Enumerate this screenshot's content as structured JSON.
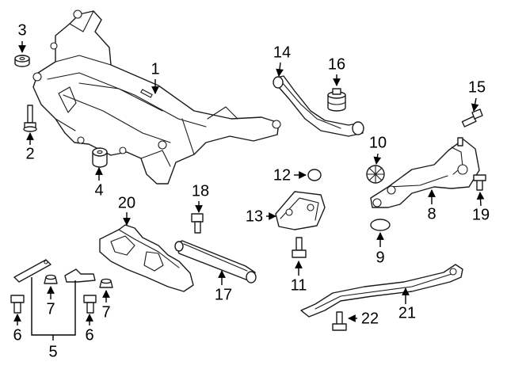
{
  "diagram": {
    "labels": {
      "p1": "1",
      "p2": "2",
      "p3": "3",
      "p4": "4",
      "p5": "5",
      "p6a": "6",
      "p6b": "6",
      "p7a": "7",
      "p7b": "7",
      "p8": "8",
      "p9": "9",
      "p10": "10",
      "p11": "11",
      "p12": "12",
      "p13": "13",
      "p14": "14",
      "p15": "15",
      "p16": "16",
      "p17": "17",
      "p18": "18",
      "p19": "19",
      "p20": "20",
      "p21": "21",
      "p22": "22"
    }
  }
}
